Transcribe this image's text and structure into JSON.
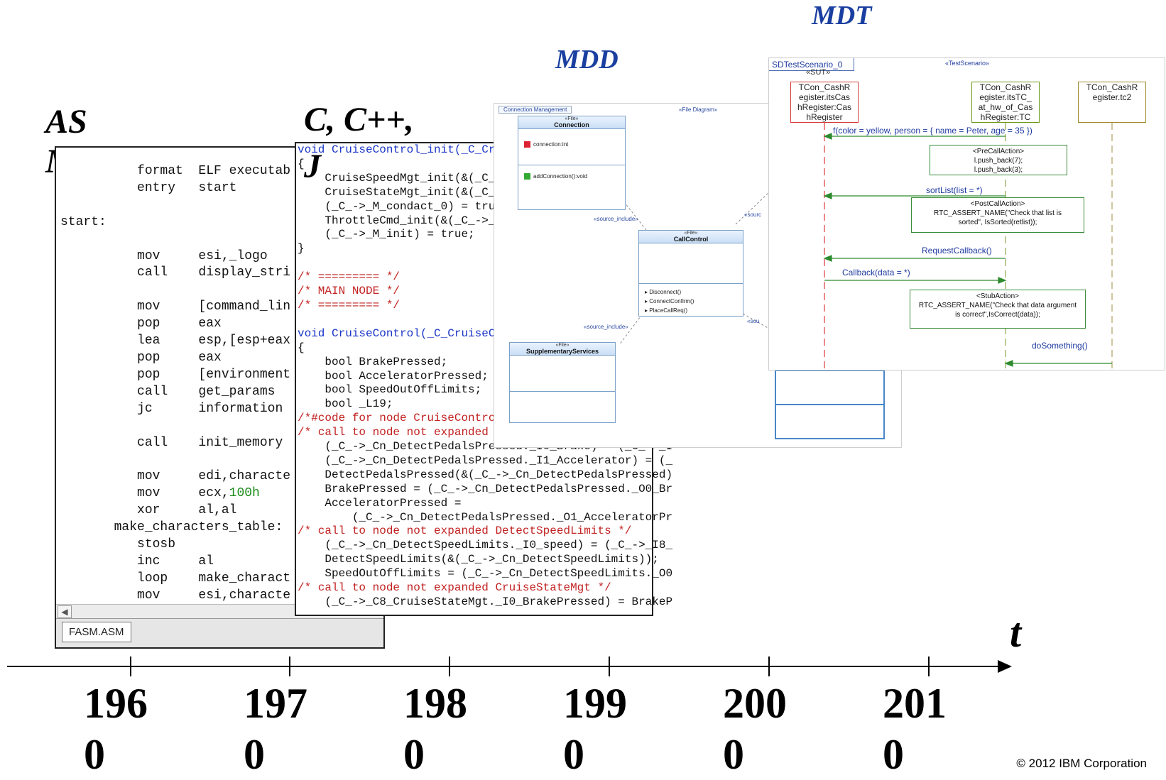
{
  "eras": {
    "asm": "AS\nM",
    "c": "C, C++,\nJ",
    "mdd": "MDD",
    "mdt": "MDT",
    "time": "t"
  },
  "asm_window": {
    "tab_label": "FASM.ASM",
    "scroll_arrow": "◀",
    "lines": [
      "          format  ELF executab",
      "          entry   start",
      "",
      "start:",
      "",
      "          mov     esi,_logo",
      "          call    display_stri",
      "",
      "          mov     [command_lin",
      "          pop     eax",
      "          lea     esp,[esp+eax",
      "          pop     eax",
      "          pop     [environment",
      "          call    get_params",
      "          jc      information",
      "",
      "          call    init_memory",
      "",
      "          mov     edi,characte",
      "          mov     ecx,",
      "          xor     al,al",
      "       make_characters_table:",
      "          stosb",
      "          inc     al",
      "          loop    make_charact",
      "          mov     esi,characte"
    ],
    "hex_value": "100h"
  },
  "c_window": {
    "lines": [
      {
        "t": "void CruiseControl_init(_C_Crui",
        "c": "kw"
      },
      {
        "t": "{",
        "c": ""
      },
      {
        "t": "    CruiseSpeedMgt_init(&(_C_->",
        "c": ""
      },
      {
        "t": "    CruiseStateMgt_init(&(_C_->",
        "c": ""
      },
      {
        "t": "    (_C_->_M_condact_0) = true;",
        "c": ""
      },
      {
        "t": "    ThrottleCmd_init(&(_C_->_C4",
        "c": ""
      },
      {
        "t": "    (_C_->_M_init) = true;",
        "c": ""
      },
      {
        "t": "}",
        "c": ""
      },
      {
        "t": "",
        "c": ""
      },
      {
        "t": "/* ========= */",
        "c": "cm"
      },
      {
        "t": "/* MAIN NODE */",
        "c": "cm"
      },
      {
        "t": "/* ========= */",
        "c": "cm"
      },
      {
        "t": "",
        "c": ""
      },
      {
        "t": "void CruiseControl(_C_CruiseCon",
        "c": "kw"
      },
      {
        "t": "{",
        "c": ""
      },
      {
        "t": "    bool BrakePressed;",
        "c": ""
      },
      {
        "t": "    bool AcceleratorPressed;",
        "c": ""
      },
      {
        "t": "    bool SpeedOutOffLimits;",
        "c": ""
      },
      {
        "t": "    bool _L19;",
        "c": ""
      },
      {
        "t": "/*#code for node CruiseControl",
        "c": "cm"
      },
      {
        "t": "/* call to node not expanded De",
        "c": "cm"
      },
      {
        "t": "    (_C_->_Cn_DetectPedalsPressed._I0_Brake) = (_C_->_I",
        "c": ""
      },
      {
        "t": "    (_C_->_Cn_DetectPedalsPressed._I1_Accelerator) = (_",
        "c": ""
      },
      {
        "t": "    DetectPedalsPressed(&(_C_->_Cn_DetectPedalsPressed)",
        "c": ""
      },
      {
        "t": "    BrakePressed = (_C_->_Cn_DetectPedalsPressed._O0_Br",
        "c": ""
      },
      {
        "t": "    AcceleratorPressed =",
        "c": ""
      },
      {
        "t": "        (_C_->_Cn_DetectPedalsPressed._O1_AcceleratorPr",
        "c": ""
      },
      {
        "t": "/* call to node not expanded DetectSpeedLimits */",
        "c": "cm"
      },
      {
        "t": "    (_C_->_Cn_DetectSpeedLimits._I0_speed) = (_C_->_I8_",
        "c": ""
      },
      {
        "t": "    DetectSpeedLimits(&(_C_->_Cn_DetectSpeedLimits));",
        "c": ""
      },
      {
        "t": "    SpeedOutOffLimits = (_C_->_Cn_DetectSpeedLimits._O0",
        "c": ""
      },
      {
        "t": "/* call to node not expanded CruiseStateMgt */",
        "c": "cm"
      },
      {
        "t": "    (_C_->_C8_CruiseStateMgt._I0_BrakePressed) = BrakeP",
        "c": ""
      }
    ]
  },
  "mdd_panel": {
    "frame_label": "Connection Management",
    "frame_stereotype": "«File Diagram»",
    "connection": {
      "stereotype": "«File»",
      "name": "Connection",
      "attr": "connection:int",
      "op": "addConnection():void"
    },
    "callcontrol": {
      "stereotype": "«File»",
      "name": "CallControl",
      "ops": [
        "Disconnect()",
        "ConnectConfirm()",
        "PlaceCallReq()"
      ]
    },
    "supplementary": {
      "stereotype": "«File»",
      "name": "SupplementaryServices"
    },
    "edge_labels": [
      "«source_include»",
      "«source_include»",
      "«sourc",
      "«sou"
    ]
  },
  "mdt_panel": {
    "frame_label": "SDTestScenario_0",
    "frame_stereotype": "«TestScenario»",
    "lifelines": [
      {
        "stereo": "«SUT»",
        "name": "TCon_CashR\negister.itsCas\nhRegister:Cas\nhRegister",
        "color": "#d43a3a"
      },
      {
        "stereo": "",
        "name": "TCon_CashR\negister.itsTC_\nat_hw_of_Cas\nhRegister:TC",
        "color": "#6a9a1a"
      },
      {
        "stereo": "",
        "name": "TCon_CashR\negister.tc2",
        "color": "#a08a2a"
      }
    ],
    "messages": [
      "f(color = yellow, person = { name = Peter, age = 35 })",
      "sortList(list = *)",
      "RequestCallback()",
      "Callback(data = *)",
      "doSomething()"
    ],
    "notes": [
      "<PreCallAction>\nl.push_back(7);\nl.push_back(3);",
      "<PostCallAction>\nRTC_ASSERT_NAME(\"Check that list is\nsorted\", IsSorted(retlist));",
      "<StubAction>\nRTC_ASSERT_NAME(\"Check that data argument\nis correct\",IsCorrect(data));"
    ]
  },
  "timeline": {
    "years": [
      "196\n0",
      "197\n0",
      "198\n0",
      "199\n0",
      "200\n0",
      "201\n0"
    ]
  },
  "copyright": "© 2012 IBM Corporation"
}
